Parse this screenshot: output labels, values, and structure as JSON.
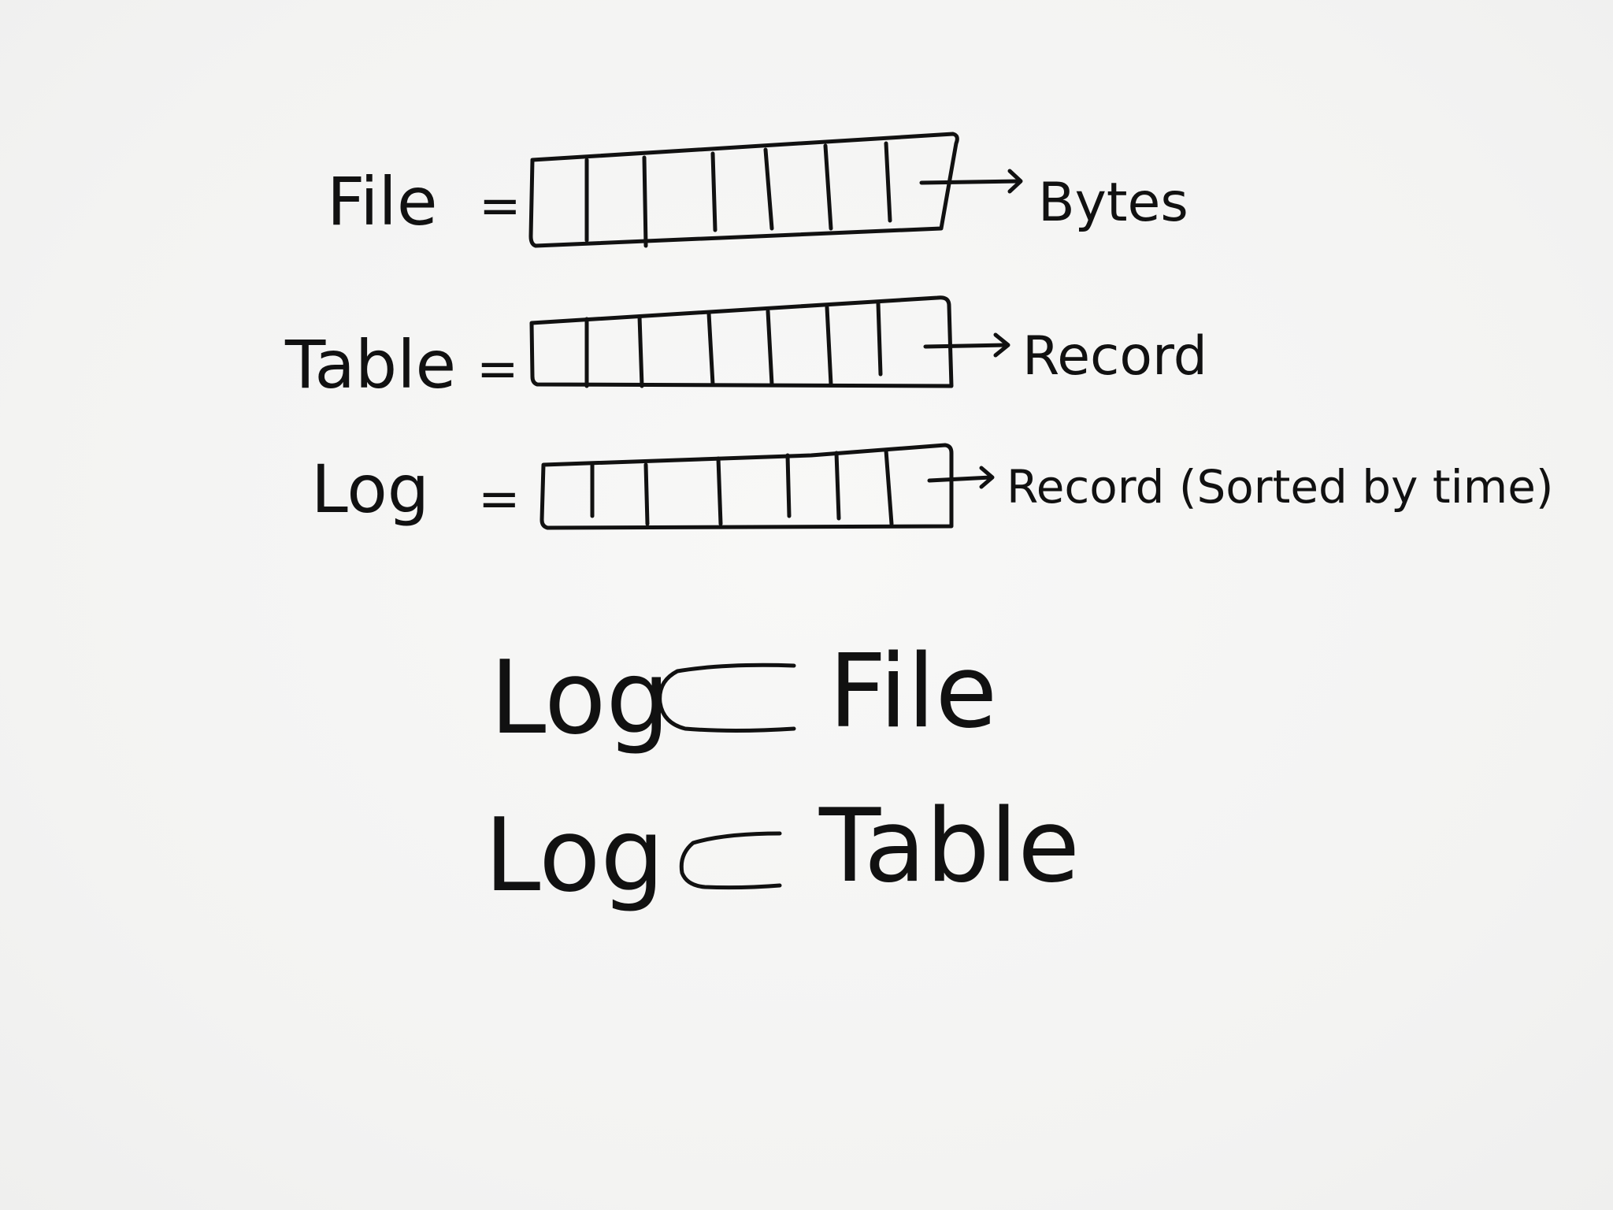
{
  "rows": [
    {
      "label": "File",
      "equals": "=",
      "target": "Bytes"
    },
    {
      "label": "Table",
      "equals": "=",
      "target": "Record"
    },
    {
      "label": "Log",
      "equals": "=",
      "target": "Record (Sorted by time)"
    }
  ],
  "relations": [
    {
      "left": "Log",
      "right": "File"
    },
    {
      "left": "Log",
      "right": "Table"
    }
  ],
  "colors": {
    "ink": "#111111",
    "paper": "#f5f5f4"
  }
}
